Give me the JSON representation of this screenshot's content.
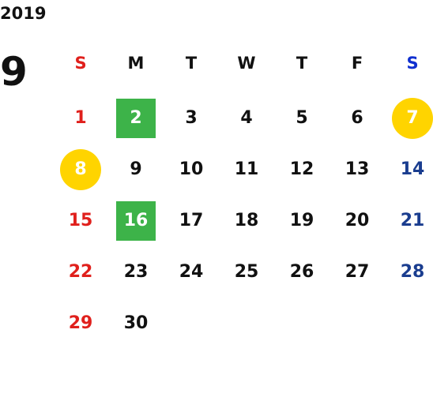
{
  "calendar": {
    "year": "2019",
    "month": "9",
    "weekdays": [
      "S",
      "M",
      "T",
      "W",
      "T",
      "F",
      "S"
    ],
    "weeks": [
      [
        "1",
        "2",
        "3",
        "4",
        "5",
        "6",
        "7"
      ],
      [
        "8",
        "9",
        "10",
        "11",
        "12",
        "13",
        "14"
      ],
      [
        "15",
        "16",
        "17",
        "18",
        "19",
        "20",
        "21"
      ],
      [
        "22",
        "23",
        "24",
        "25",
        "26",
        "27",
        "28"
      ],
      [
        "29",
        "30",
        "",
        "",
        "",
        "",
        ""
      ]
    ],
    "highlights": {
      "green_days": [
        "2",
        "16"
      ],
      "yellow_circle_days": [
        "7",
        "8"
      ]
    }
  },
  "colors": {
    "sunday": "#e0201c",
    "saturday": "#1a3d8f",
    "saturday_header": "#1030d0",
    "green_highlight": "#3db349",
    "yellow_highlight": "#ffd400",
    "text": "#111111"
  }
}
